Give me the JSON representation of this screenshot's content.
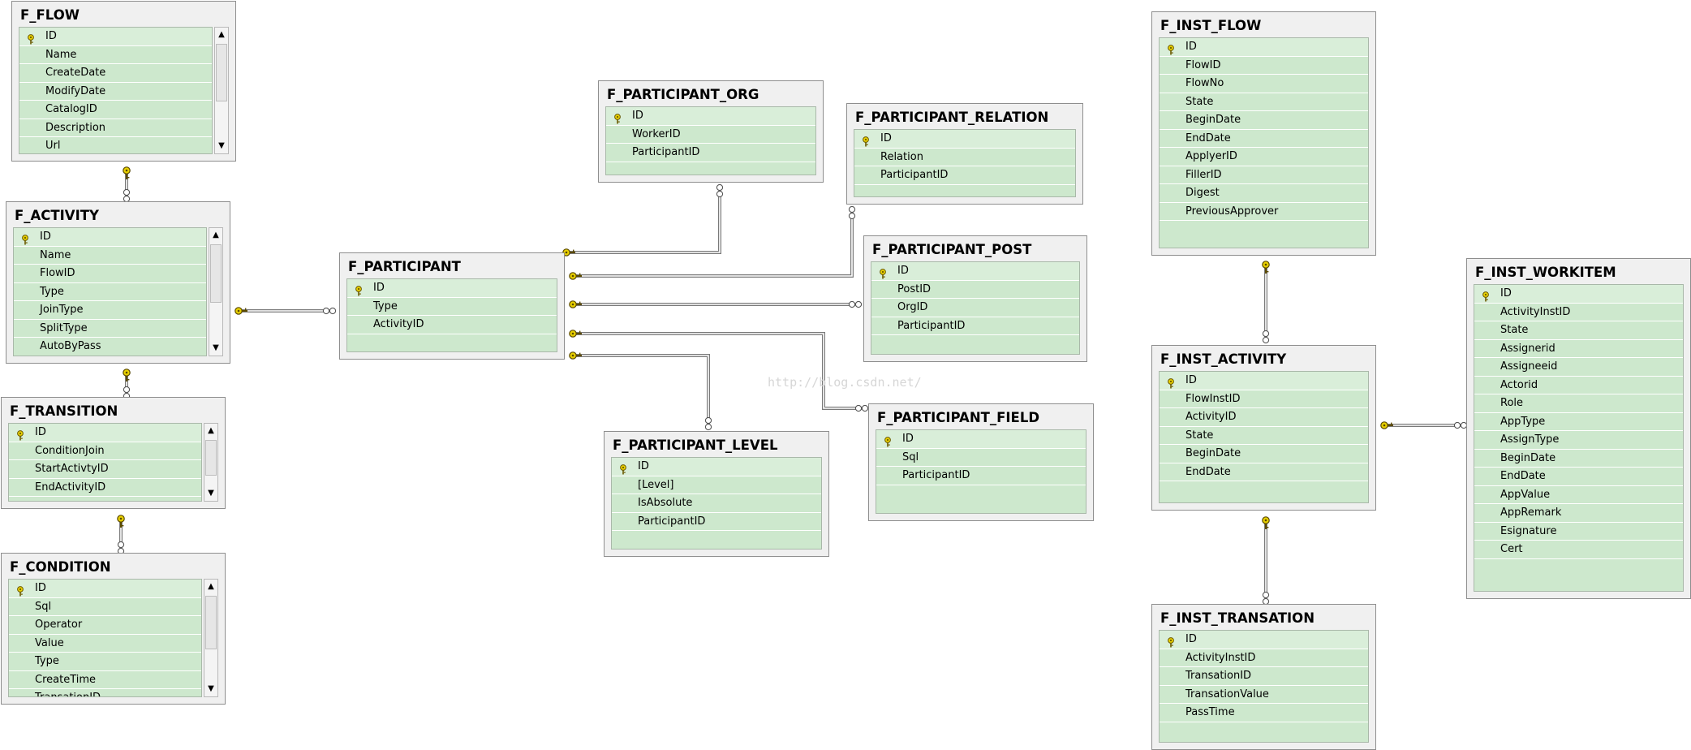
{
  "watermark": "http://blog.csdn.net/",
  "tables": [
    {
      "id": "f_flow",
      "title": "F_FLOW",
      "columns": [
        "ID",
        "Name",
        "CreateDate",
        "ModifyDate",
        "CatalogID",
        "Description",
        "Url"
      ],
      "scrollbar": true
    },
    {
      "id": "f_activity",
      "title": "F_ACTIVITY",
      "columns": [
        "ID",
        "Name",
        "FlowID",
        "Type",
        "JoinType",
        "SplitType",
        "AutoByPass"
      ],
      "scrollbar": true
    },
    {
      "id": "f_transition",
      "title": "F_TRANSITION",
      "columns": [
        "ID",
        "ConditionJoin",
        "StartActivtyID",
        "EndActivityID"
      ],
      "scrollbar": true
    },
    {
      "id": "f_condition",
      "title": "F_CONDITION",
      "columns": [
        "ID",
        "Sql",
        "Operator",
        "Value",
        "Type",
        "CreateTime",
        "TransationID"
      ],
      "scrollbar": true
    },
    {
      "id": "f_participant",
      "title": "F_PARTICIPANT",
      "columns": [
        "ID",
        "Type",
        "ActivityID"
      ],
      "scrollbar": false
    },
    {
      "id": "f_participant_org",
      "title": "F_PARTICIPANT_ORG",
      "columns": [
        "ID",
        "WorkerID",
        "ParticipantID"
      ],
      "scrollbar": false
    },
    {
      "id": "f_participant_relation",
      "title": "F_PARTICIPANT_RELATION",
      "columns": [
        "ID",
        "Relation",
        "ParticipantID"
      ],
      "scrollbar": false
    },
    {
      "id": "f_participant_post",
      "title": "F_PARTICIPANT_POST",
      "columns": [
        "ID",
        "PostID",
        "OrgID",
        "ParticipantID"
      ],
      "scrollbar": false
    },
    {
      "id": "f_participant_field",
      "title": "F_PARTICIPANT_FIELD",
      "columns": [
        "ID",
        "Sql",
        "ParticipantID"
      ],
      "scrollbar": false
    },
    {
      "id": "f_participant_level",
      "title": "F_PARTICIPANT_LEVEL",
      "columns": [
        "ID",
        "[Level]",
        "IsAbsolute",
        "ParticipantID"
      ],
      "scrollbar": false
    },
    {
      "id": "f_inst_flow",
      "title": "F_INST_FLOW",
      "columns": [
        "ID",
        "FlowID",
        "FlowNo",
        "State",
        "BeginDate",
        "EndDate",
        "ApplyerID",
        "FillerID",
        "Digest",
        "PreviousApprover"
      ],
      "scrollbar": false
    },
    {
      "id": "f_inst_activity",
      "title": "F_INST_ACTIVITY",
      "columns": [
        "ID",
        "FlowInstID",
        "ActivityID",
        "State",
        "BeginDate",
        "EndDate"
      ],
      "scrollbar": false
    },
    {
      "id": "f_inst_transation",
      "title": "F_INST_TRANSATION",
      "columns": [
        "ID",
        "ActivityInstID",
        "TransationID",
        "TransationValue",
        "PassTime"
      ],
      "scrollbar": false
    },
    {
      "id": "f_inst_workitem",
      "title": "F_INST_WORKITEM",
      "columns": [
        "ID",
        "ActivityInstID",
        "State",
        "Assignerid",
        "Assigneeid",
        "Actorid",
        "Role",
        "AppType",
        "AssignType",
        "BeginDate",
        "EndDate",
        "AppValue",
        "AppRemark",
        "Esignature",
        "Cert"
      ],
      "scrollbar": false
    }
  ],
  "relationships": [
    {
      "one": "f_flow",
      "many": "f_activity"
    },
    {
      "one": "f_activity",
      "many": "f_participant"
    },
    {
      "one": "f_activity",
      "many": "f_transition"
    },
    {
      "one": "f_transition",
      "many": "f_condition"
    },
    {
      "one": "f_participant",
      "many": "f_participant_org"
    },
    {
      "one": "f_participant",
      "many": "f_participant_relation"
    },
    {
      "one": "f_participant",
      "many": "f_participant_post"
    },
    {
      "one": "f_participant",
      "many": "f_participant_field"
    },
    {
      "one": "f_participant",
      "many": "f_participant_level"
    },
    {
      "one": "f_inst_flow",
      "many": "f_inst_activity"
    },
    {
      "one": "f_inst_activity",
      "many": "f_inst_workitem"
    },
    {
      "one": "f_inst_activity",
      "many": "f_inst_transation"
    }
  ],
  "colors": {
    "table_frame": "#f0f0f0",
    "column_grid": "#cde8cd",
    "key_gold": "#e8d000",
    "connector": "#7a7a7a"
  },
  "icons": {
    "primary_key": "key-icon",
    "one_end": "key-icon",
    "many_end": "infinity-icon"
  }
}
